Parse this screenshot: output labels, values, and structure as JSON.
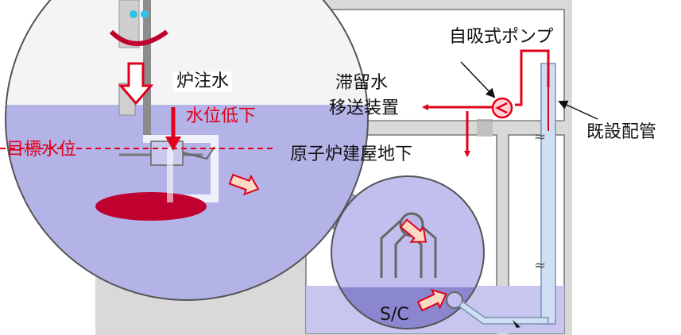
{
  "labels": {
    "reactor_injection": "炉注水",
    "water_level_drop": "水位低下",
    "target_water_level": "目標水位",
    "self_priming_pump": "自吸式ポンプ",
    "stagnant_water_transfer_1": "滞留水",
    "stagnant_water_transfer_2": "移送装置",
    "existing_piping": "既設配管",
    "reactor_building_basement": "原子炉建屋地下",
    "suppression_chamber": "S/C"
  },
  "colors": {
    "accent_red": "#e0001b",
    "water_blue": "#b3b3e8",
    "water_dark": "#8a86cf",
    "wall_gray": "#d9d9d9",
    "line_dark": "#555555",
    "arrow_fill": "#fcd9c4",
    "text": "#111111"
  }
}
